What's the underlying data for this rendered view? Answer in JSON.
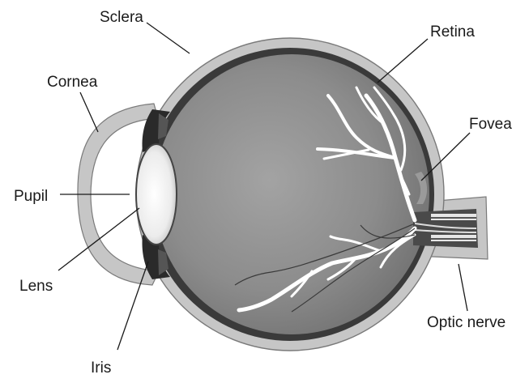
{
  "labels": {
    "sclera": "Sclera",
    "retina": "Retina",
    "cornea": "Cornea",
    "fovea": "Fovea",
    "pupil": "Pupil",
    "lens": "Lens",
    "optic_nerve": "Optic nerve",
    "iris": "Iris"
  },
  "colors": {
    "sclera": "#c6c6c6",
    "choroid": "#3a3a3a",
    "vitreous": "#8f8f8f",
    "lens": "#f2f2f2",
    "vessels": "#ffffff",
    "text": "#1a1a1a"
  }
}
